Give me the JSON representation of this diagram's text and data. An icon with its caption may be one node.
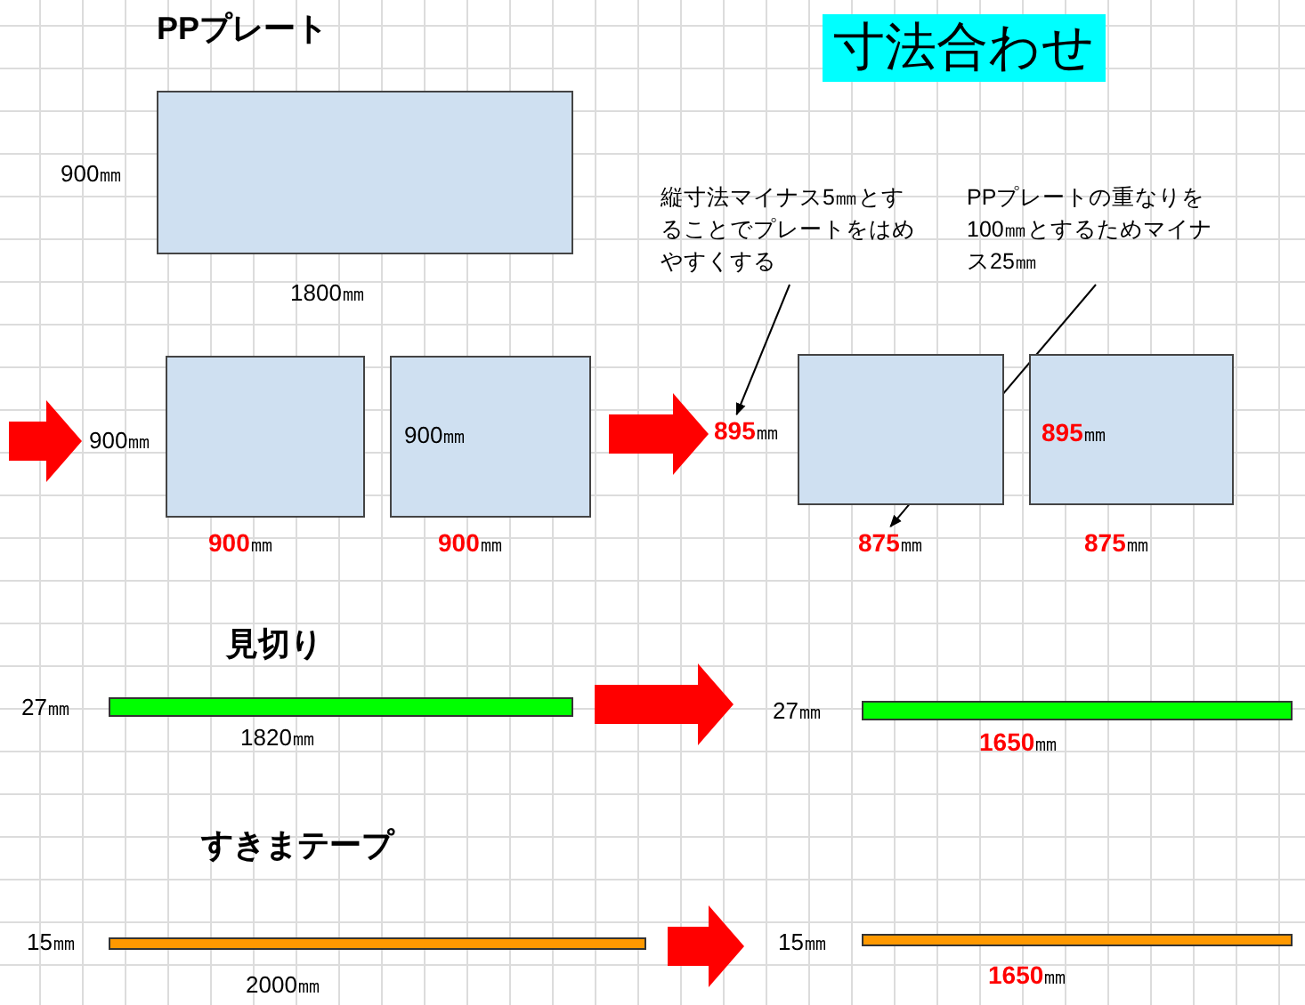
{
  "diagram": {
    "title": "寸法合わせ",
    "nodes": [
      {
        "text": [],
        "shape": "box",
        "beside": [
          "900㎜",
          "1800㎜"
        ]
      },
      {
        "text": [
          "縦寸法マイナス5㎜とすることでプレートをはめやすくする"
        ]
      },
      {
        "text": [
          "PPプレートの重なりを100㎜とするためマイナス25㎜"
        ]
      },
      {
        "text": [],
        "shape": "box",
        "beside": [
          "900㎜",
          "**900**㎜"
        ]
      },
      {
        "text": [
          "900㎜"
        ],
        "beside": [
          "**900**㎜"
        ]
      },
      {
        "text": [
          "**895**㎜"
        ]
      },
      {
        "text": [],
        "shape": "box"
      },
      {
        "text": [
          "**895**㎜"
        ],
        "beside": [
          "**875**㎜"
        ]
      },
      {
        "text": [
          "**875**㎜"
        ]
      },
      {
        "text": [],
        "shape": "bar",
        "beside": [
          "27㎜",
          "1820㎜"
        ]
      },
      {
        "text": [],
        "shape": "bar",
        "beside": [
          "27㎜",
          "**1650**㎜"
        ]
      },
      {
        "text": [],
        "shape": "bar",
        "beside": [
          "15㎜",
          "2000㎜"
        ]
      },
      {
        "text": [],
        "shape": "bar",
        "beside": [
          "15㎜",
          "**1650**㎜"
        ]
      }
    ],
    "edges": [
      {
        "from": 1,
        "to": 5,
        "arrow": "to",
        "color": "#000000"
      },
      {
        "from": 2,
        "to": 8,
        "arrow": "to",
        "color": "#000000"
      },
      {
        "from": null,
        "to": 3,
        "arrow": "to"
      },
      {
        "from": 4,
        "to": 5,
        "arrow": "to"
      },
      {
        "from": 9,
        "to": 10,
        "arrow": "to"
      },
      {
        "from": 11,
        "to": 12,
        "arrow": "to"
      }
    ],
    "labels": [
      "PPプレート",
      "見切り",
      "すきまテープ"
    ]
  }
}
